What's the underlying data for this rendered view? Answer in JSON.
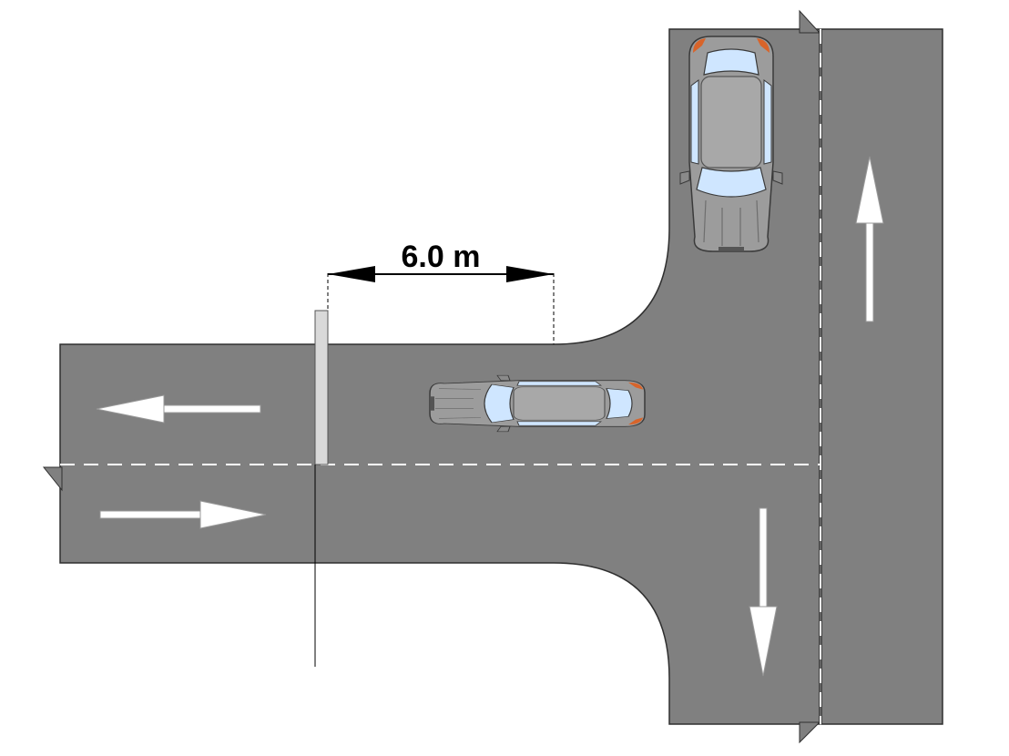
{
  "colors": {
    "road": "#808080",
    "road_edge": "#333333",
    "lane_marking": "#ffffff",
    "stop_line": "#d9d9d9",
    "car_body": "#9c9c9c",
    "car_glass": "#cfe6ff",
    "taillight": "#d8642a",
    "dimension": "#000000"
  },
  "dimension": {
    "label": "6.0 m"
  },
  "arrows": [
    {
      "name": "westbound-lane-arrow",
      "direction": "left"
    },
    {
      "name": "eastbound-lane-arrow",
      "direction": "right"
    },
    {
      "name": "southbound-lane-arrow",
      "direction": "down"
    },
    {
      "name": "northbound-lane-arrow",
      "direction": "up"
    }
  ],
  "cars": [
    {
      "name": "car-on-side-road",
      "heading": "left"
    },
    {
      "name": "car-on-main-road",
      "heading": "down"
    }
  ]
}
